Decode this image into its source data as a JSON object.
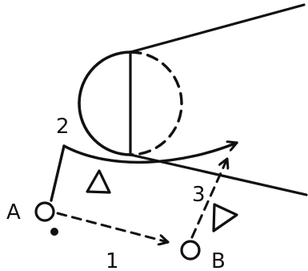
{
  "colors": {
    "ink": "#111111",
    "background": "#ffffff"
  },
  "players": {
    "a": {
      "label": "A"
    },
    "b": {
      "label": "B"
    }
  },
  "steps": {
    "one": "1",
    "two": "2",
    "three": "3"
  },
  "icons": {
    "triangle": "triangle-icon",
    "ball": "ball-dot",
    "circle": "player-circle"
  }
}
